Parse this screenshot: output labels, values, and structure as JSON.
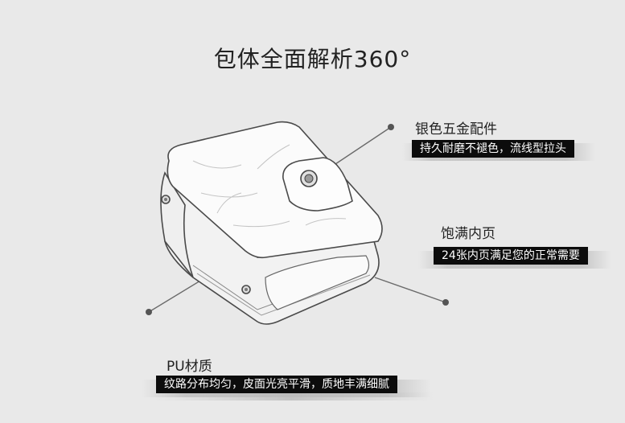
{
  "title": "包体全面解析360°",
  "features": [
    {
      "name": "银色五金配件",
      "desc": "持久耐磨不褪色，流线型拉头"
    },
    {
      "name": "饱满内页",
      "desc": "24张内页满足您的正常需要"
    },
    {
      "name": "PU材质",
      "desc": "纹路分布均匀，皮面光亮平滑，质地丰满细腻"
    }
  ]
}
